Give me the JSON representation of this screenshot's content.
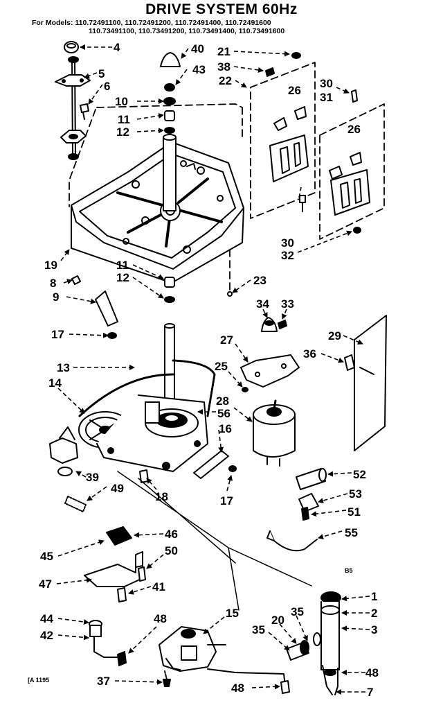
{
  "title": "DRIVE SYSTEM 60Hz",
  "models": {
    "prefix": "For Models:",
    "line1": "110.72491100, 110.72491200, 110.72491400, 110.72491600",
    "line2": "110.73491100, 110.73491200, 110.73491400, 110.73491600"
  },
  "corner_code": "B5",
  "footer_code": "[A 1195",
  "callouts": {
    "c4": "4",
    "c5": "5",
    "c6": "6",
    "c10": "10",
    "c11a": "11",
    "c12a": "12",
    "c40": "40",
    "c43": "43",
    "c21": "21",
    "c38": "38",
    "c22": "22",
    "c26a": "26",
    "c30a": "30",
    "c31": "31",
    "c26b": "26",
    "c30b": "30",
    "c32": "32",
    "c19": "19",
    "c11b": "11",
    "c12b": "12",
    "c23": "23",
    "c8": "8",
    "c9": "9",
    "c17a": "17",
    "c34": "34",
    "c33": "33",
    "c29": "29",
    "c27": "27",
    "c36": "36",
    "c13": "13",
    "c14": "14",
    "c25": "25",
    "c28": "28",
    "c56": "56",
    "c16": "16",
    "c39": "39",
    "c49": "49",
    "c18": "18",
    "c17b": "17",
    "c52": "52",
    "c53": "53",
    "c51": "51",
    "c55": "55",
    "c46": "46",
    "c45": "45",
    "c50": "50",
    "c47": "47",
    "c41": "41",
    "c1": "1",
    "c2": "2",
    "c3": "3",
    "c44": "44",
    "c42": "42",
    "c48a": "48",
    "c15": "15",
    "c35a": "35",
    "c20": "20",
    "c35b": "35",
    "c37": "37",
    "c48b": "48",
    "c48c": "48",
    "c7": "7"
  }
}
